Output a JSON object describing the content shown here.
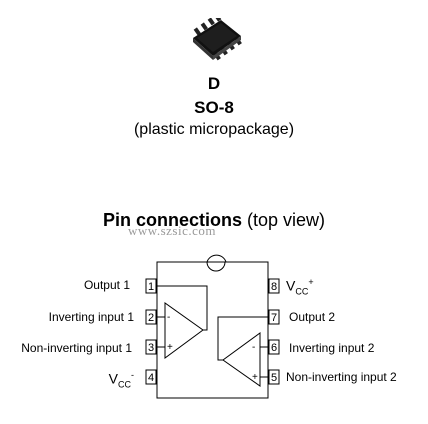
{
  "package": {
    "letter": "D",
    "name": "SO-8",
    "description": "(plastic micropackage)",
    "icon": "so8-chip-icon"
  },
  "pin_connections": {
    "title_bold": "Pin connections",
    "title_rest": " (top view)"
  },
  "watermark": "www.szsic.com",
  "pins": {
    "left": [
      {
        "number": "1",
        "label": "Output 1"
      },
      {
        "number": "2",
        "label": "Inverting input 1"
      },
      {
        "number": "3",
        "label": "Non-inverting input 1"
      },
      {
        "number": "4",
        "label_main": "V",
        "label_sub": "CC",
        "label_sup": "-"
      }
    ],
    "right": [
      {
        "number": "8",
        "label_main": "V",
        "label_sub": "CC",
        "label_sup": "+"
      },
      {
        "number": "7",
        "label": "Output 2"
      },
      {
        "number": "6",
        "label": "Inverting input 2"
      },
      {
        "number": "5",
        "label": "Non-inverting input 2"
      }
    ]
  },
  "amp_signs": {
    "minus": "-",
    "plus": "+"
  }
}
